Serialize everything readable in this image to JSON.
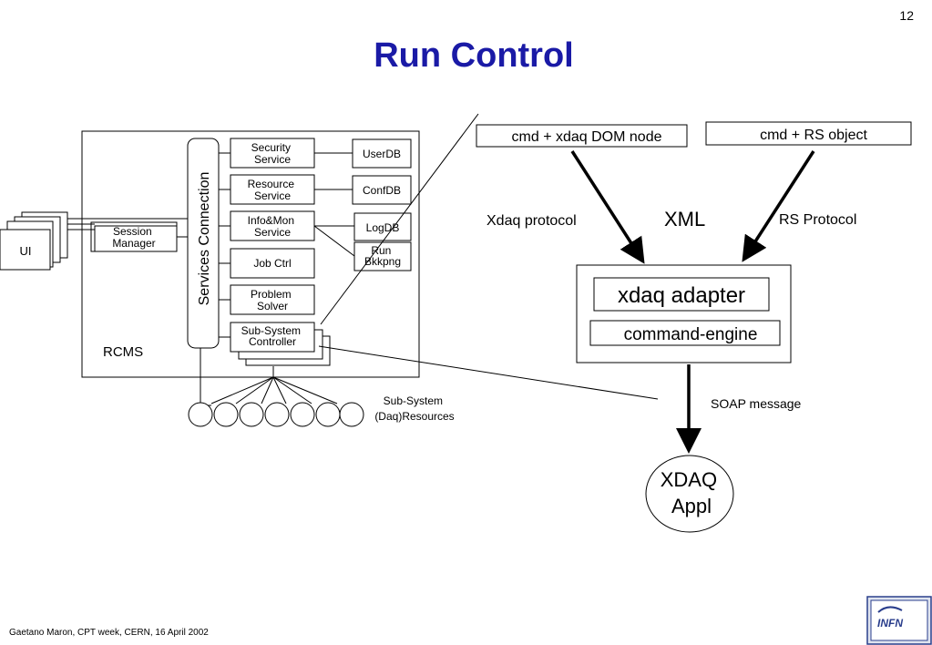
{
  "slide": {
    "page_number": "12",
    "title": "Run Control",
    "footer": "Gaetano Maron, CPT week, CERN, 16 April 2002",
    "logo_text": "INFN",
    "colors": {
      "title": "#1a1aa6",
      "logo": "#2a3e8c"
    }
  },
  "rcms": {
    "label": "RCMS",
    "ui_label": "UI",
    "session_manager": [
      "Session",
      "Manager"
    ],
    "services_connection": "Services Connection",
    "services": {
      "security": [
        "Security",
        "Service"
      ],
      "resource": [
        "Resource",
        "Service"
      ],
      "infomon": [
        "Info&Mon",
        "Service"
      ],
      "jobctrl": [
        "Job Ctrl"
      ],
      "problem": [
        "Problem",
        "Solver"
      ],
      "subsystem": [
        "Sub-System",
        "Controller"
      ]
    },
    "dbs": {
      "userdb": "UserDB",
      "confdb": "ConfDB",
      "logdb": "LogDB",
      "runbkk": [
        "Run",
        "Bkkpng"
      ]
    },
    "resources_label": [
      "Sub-System",
      "(Daq)Resources"
    ]
  },
  "xdaq": {
    "cmd_dom": "cmd + xdaq DOM node",
    "cmd_rs": "cmd + RS object",
    "xdaq_protocol": "Xdaq protocol",
    "xml": "XML",
    "rs_protocol": "RS Protocol",
    "adapter": "xdaq adapter",
    "engine": "command-engine",
    "soap": "SOAP message",
    "appl": [
      "XDAQ",
      "Appl"
    ]
  }
}
